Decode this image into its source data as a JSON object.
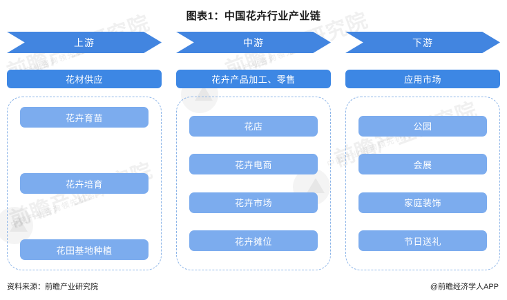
{
  "title": "图表1：中国花卉行业产业链",
  "columns": [
    {
      "chevron_label": "上游",
      "stage_label": "花材供应",
      "layout": "spread",
      "items": [
        {
          "label": "花卉育苗"
        },
        {
          "label": "花卉培育"
        },
        {
          "label": "花田基地种植"
        }
      ]
    },
    {
      "chevron_label": "中游",
      "stage_label": "花卉产品加工、零售",
      "layout": "even",
      "items": [
        {
          "label": "花店"
        },
        {
          "label": "花卉电商"
        },
        {
          "label": "花卉市场"
        },
        {
          "label": "花卉摊位"
        }
      ]
    },
    {
      "chevron_label": "下游",
      "stage_label": "应用市场",
      "layout": "even",
      "items": [
        {
          "label": "公园"
        },
        {
          "label": "会展"
        },
        {
          "label": "家庭装饰"
        },
        {
          "label": "节日送礼"
        }
      ]
    }
  ],
  "footer": {
    "source": "资料来源：前瞻产业研究院",
    "attribution": "@前瞻经济学人APP"
  },
  "watermarks": {
    "brand_large": "前瞻产业研究院",
    "brand_small": "中国产业咨询领先机构"
  },
  "colors": {
    "chevron_blue": "#4285e0",
    "stage_blue": "#3d87e4",
    "item_blue": "#7cacee",
    "panel_dashed": "#8bb4e8",
    "title_text": "#1a1a1a",
    "background": "#ffffff"
  }
}
